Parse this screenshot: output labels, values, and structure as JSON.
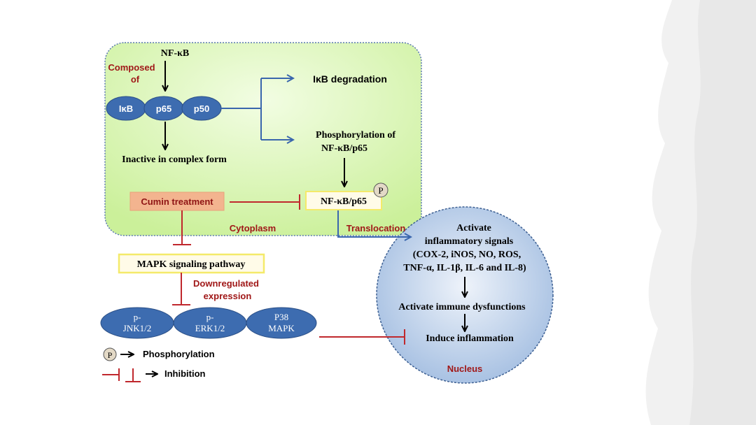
{
  "cytoplasm": {
    "label": "Cytoplasm",
    "nfkb_title": "NF-κB",
    "composed_of": [
      "Composed",
      "of"
    ],
    "subunits": [
      "IκB",
      "p65",
      "p50"
    ],
    "inactive_text": "Inactive in complex form",
    "ikb_degradation": "IκB degradation",
    "phosphorylation_lines": [
      "Phosphorylation of",
      "NF-κB/p65"
    ],
    "phospho_nfkb": "NF-κB/p65",
    "p_badge": "P",
    "cumin_treatment": "Cumin treatment",
    "translocation": "Translocation"
  },
  "mapk": {
    "pathway": "MAPK signaling pathway",
    "downregulated": [
      "Downregulated",
      "expression"
    ],
    "kinases": [
      {
        "lines": [
          "p-",
          "JNK1/2"
        ]
      },
      {
        "lines": [
          "p-",
          "ERK1/2"
        ]
      },
      {
        "lines": [
          "P38",
          "MAPK"
        ]
      }
    ]
  },
  "nucleus": {
    "label": "Nucleus",
    "signals_lines": [
      "Activate",
      "inflammatory signals",
      "(COX-2, iNOS, NO, ROS,",
      "TNF-α, IL-1β, IL-6 and IL-8)"
    ],
    "immune": "Activate immune dysfunctions",
    "inflammation": "Induce inflammation"
  },
  "legend": {
    "p_badge": "P",
    "phosphorylation": "Phosphorylation",
    "inhibition": "Inhibition"
  },
  "colors": {
    "green_fill": "#d9f7b0",
    "ellipse_blue": "#3d6cb0",
    "arrow_blue": "#3a66ad",
    "inhibit_red": "#c0282d",
    "label_red": "#a01818",
    "cumin_fill": "#f3b48f",
    "yellow_border": "#f4ea6a",
    "nucleus_fill": "#c4d6ec"
  }
}
